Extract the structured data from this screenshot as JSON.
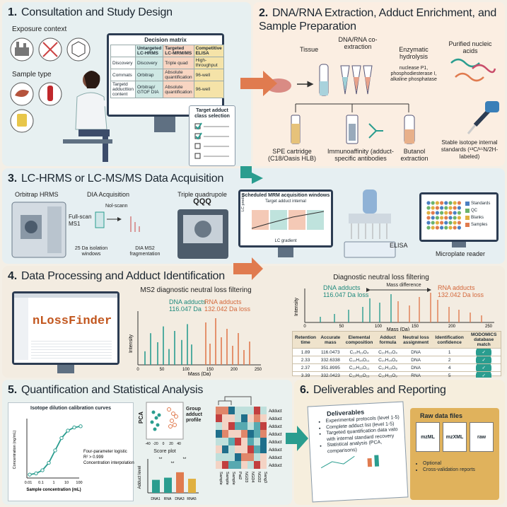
{
  "p1": {
    "num": "1.",
    "title": "Consultation and Study Design",
    "exposure_label": "Exposure context",
    "sample_label": "Sample type",
    "matrix_title": "Decision matrix",
    "matrix_headers": [
      "",
      "Untargeted LC-HRMS",
      "Targeted LC-MRM/MS",
      "Competitive ELISA"
    ],
    "matrix_rows": [
      [
        "Discovery",
        "Discovery",
        "Triple quad",
        "High-throughput"
      ],
      [
        "Commats",
        "Orbitrap",
        "Absolute quantification",
        "96-well"
      ],
      [
        "Targetd adducttion content",
        "Orbitrap/ GTOF DIA",
        "Absolute quantification",
        "96-well"
      ]
    ],
    "checklist_title": "Target adduct class selection"
  },
  "p2": {
    "num": "2.",
    "title": "DNA/RNA Extraction, Adduct Enrichment, and Sample Preparation",
    "tissue": "Tissue",
    "coext": "DNA/RNA co-extraction",
    "enzymatic": "Enzymatic hydrolysis",
    "enzymes": "nuclease P1, phosphodiesterase I, alkaline phosphatase",
    "purified": "Purified nucleic acids",
    "spe": "SPE cartridge (C18/Oasis HLB)",
    "immuno": "Immunoaffinity (adduct-specific antibodies",
    "butanol": "Butanol extraction",
    "isotope": "Stable isotope internal standards (¹³C/¹⁵N/2H-labeled)"
  },
  "p3": {
    "num": "3.",
    "title": "LC-HRMS or LC-MS/MS Data Acquisition",
    "orbitrap": "Orbitrap HRMS",
    "dia": "DIA Acquisition",
    "fullscan": "Full-scan MS1",
    "nolscan": "Nol-scann",
    "windows": "25 Da isolation windows",
    "diams2": "DIA MS2 fragmentation",
    "qqq1": "Triple quadrupole",
    "qqq2": "QQQ",
    "mrm_title": "Scheduled MRM acquisition windows",
    "mrm_sub": "Target adduct internal",
    "lc_predict": "LC predict",
    "lc_gradient": "LC gradient",
    "elisa": "ELISA",
    "reader": "Microplate reader",
    "legend": [
      "Standards",
      "QC",
      "Blanks",
      "Samples"
    ]
  },
  "p4": {
    "num": "4.",
    "title": "Data Processing and Adduct Identification",
    "software": "nLossFinder",
    "ms2_title": "MS2 diagnostic neutral loss filtering",
    "dna_label": "DNA adducts",
    "dna_loss": "116.047 Da",
    "rna_label": "RNA adducts",
    "rna_loss": "132.042 Da loss",
    "ylabel": "Intensity",
    "xlabel": "Mass (Da)",
    "xticks": [
      "0",
      "50",
      "100",
      "150",
      "200",
      "250"
    ],
    "right_title": "Diagnostic neutral loss filtering",
    "right_dna": "DNA adducts",
    "right_dna_loss": "116.047 Da loss",
    "right_rna": "RNA adducts",
    "right_rna_loss": "132.042 Da loss",
    "mass_diff": "Mass difference",
    "right_xlabel": "Mass (Da)",
    "right_xticks": [
      "0",
      "50",
      "100",
      "150",
      "200",
      "250"
    ],
    "table_headers": [
      "Retention time",
      "Accurate mass",
      "Elemental composition",
      "Adduct formula",
      "Neutral loss assignment",
      "Identification confidence",
      "MODOMICS database match"
    ],
    "table_rows": [
      [
        "1.89",
        "116.0473",
        "C₁₀H₁₃O₄",
        "C₁₀H₁₃O₄",
        "DNA",
        "1",
        "✓"
      ],
      [
        "2.33",
        "332.6338",
        "C₁₀H₁₅O₁₁",
        "C₁₀H₁₅O₈",
        "DNA",
        "2",
        "✓"
      ],
      [
        "2.37",
        "351.8995",
        "C₁₀H₁₅O₁₁",
        "C₁₀H₁₅O₈",
        "DNA",
        "4",
        "✓"
      ],
      [
        "3.39",
        "332.0423",
        "C₁₀H₁₅O₁₅",
        "C₁₀H₁₅O₉",
        "RNA",
        "5",
        "✓"
      ]
    ]
  },
  "p5": {
    "num": "5.",
    "title": "Quantification and Statistical Analysis",
    "calib_title": "Isotope dilution calibration curves",
    "calib_ylabel": "Concentration (ng/mL)",
    "calib_xlabel": "Sample concentration (mL)",
    "calib_xticks": [
      "0.01",
      "0.1",
      "1",
      "10",
      "100"
    ],
    "calib_note1": "Four-parameter logistic",
    "calib_note2": "R² > 0.999",
    "calib_note3": "Concentration interpolation",
    "pca": "PCA",
    "score_plot": "Score plot",
    "pca_xticks": [
      "-40",
      "-20",
      "0",
      "20",
      "40"
    ],
    "group_label": "Group adduct profile",
    "bar_ylabel": "Adduct level",
    "bar_cats": [
      "DNA1",
      "RNA",
      "DNA3",
      "RNA5"
    ],
    "bar_sig": [
      "**",
      "**",
      "**"
    ],
    "heat_rows": [
      "Adduct",
      "Adduct",
      "Adduct",
      "Adduct",
      "Adduct",
      "Adduct",
      "Adduct",
      "Adduct"
    ],
    "heat_cols": [
      "Sample",
      "Sample",
      "Sample",
      "Pat2",
      "NGD3",
      "NGD4",
      "NGD2",
      "Sang3"
    ]
  },
  "p6": {
    "num": "6.",
    "title": "Deliverables and Reporting",
    "deliv_title": "Deliverables",
    "deliv_items": [
      "Experimental protocols (level 1-5)",
      "Complete adduct list (level 1-5)",
      "Targeted quantification data vato with internal standard recovery",
      "Statistical analysis (PCA, comparisons)"
    ],
    "raw_title": "Raw data files",
    "raw_files": [
      "mzML",
      "mzXML",
      "raw"
    ],
    "optional": "Optional",
    "crossval": "Cross-validation reports"
  },
  "chart_data": [
    {
      "type": "bar",
      "title": "Adduct level",
      "categories": [
        "DNA1",
        "RNA",
        "DNA3",
        "RNA5"
      ],
      "values": [
        1.2,
        1.4,
        1.9,
        1.3
      ],
      "ylim": [
        0,
        3
      ]
    }
  ],
  "colors": {
    "teal": "#2a9d8f",
    "orange": "#e07b4f",
    "navy": "#1b2f45"
  }
}
